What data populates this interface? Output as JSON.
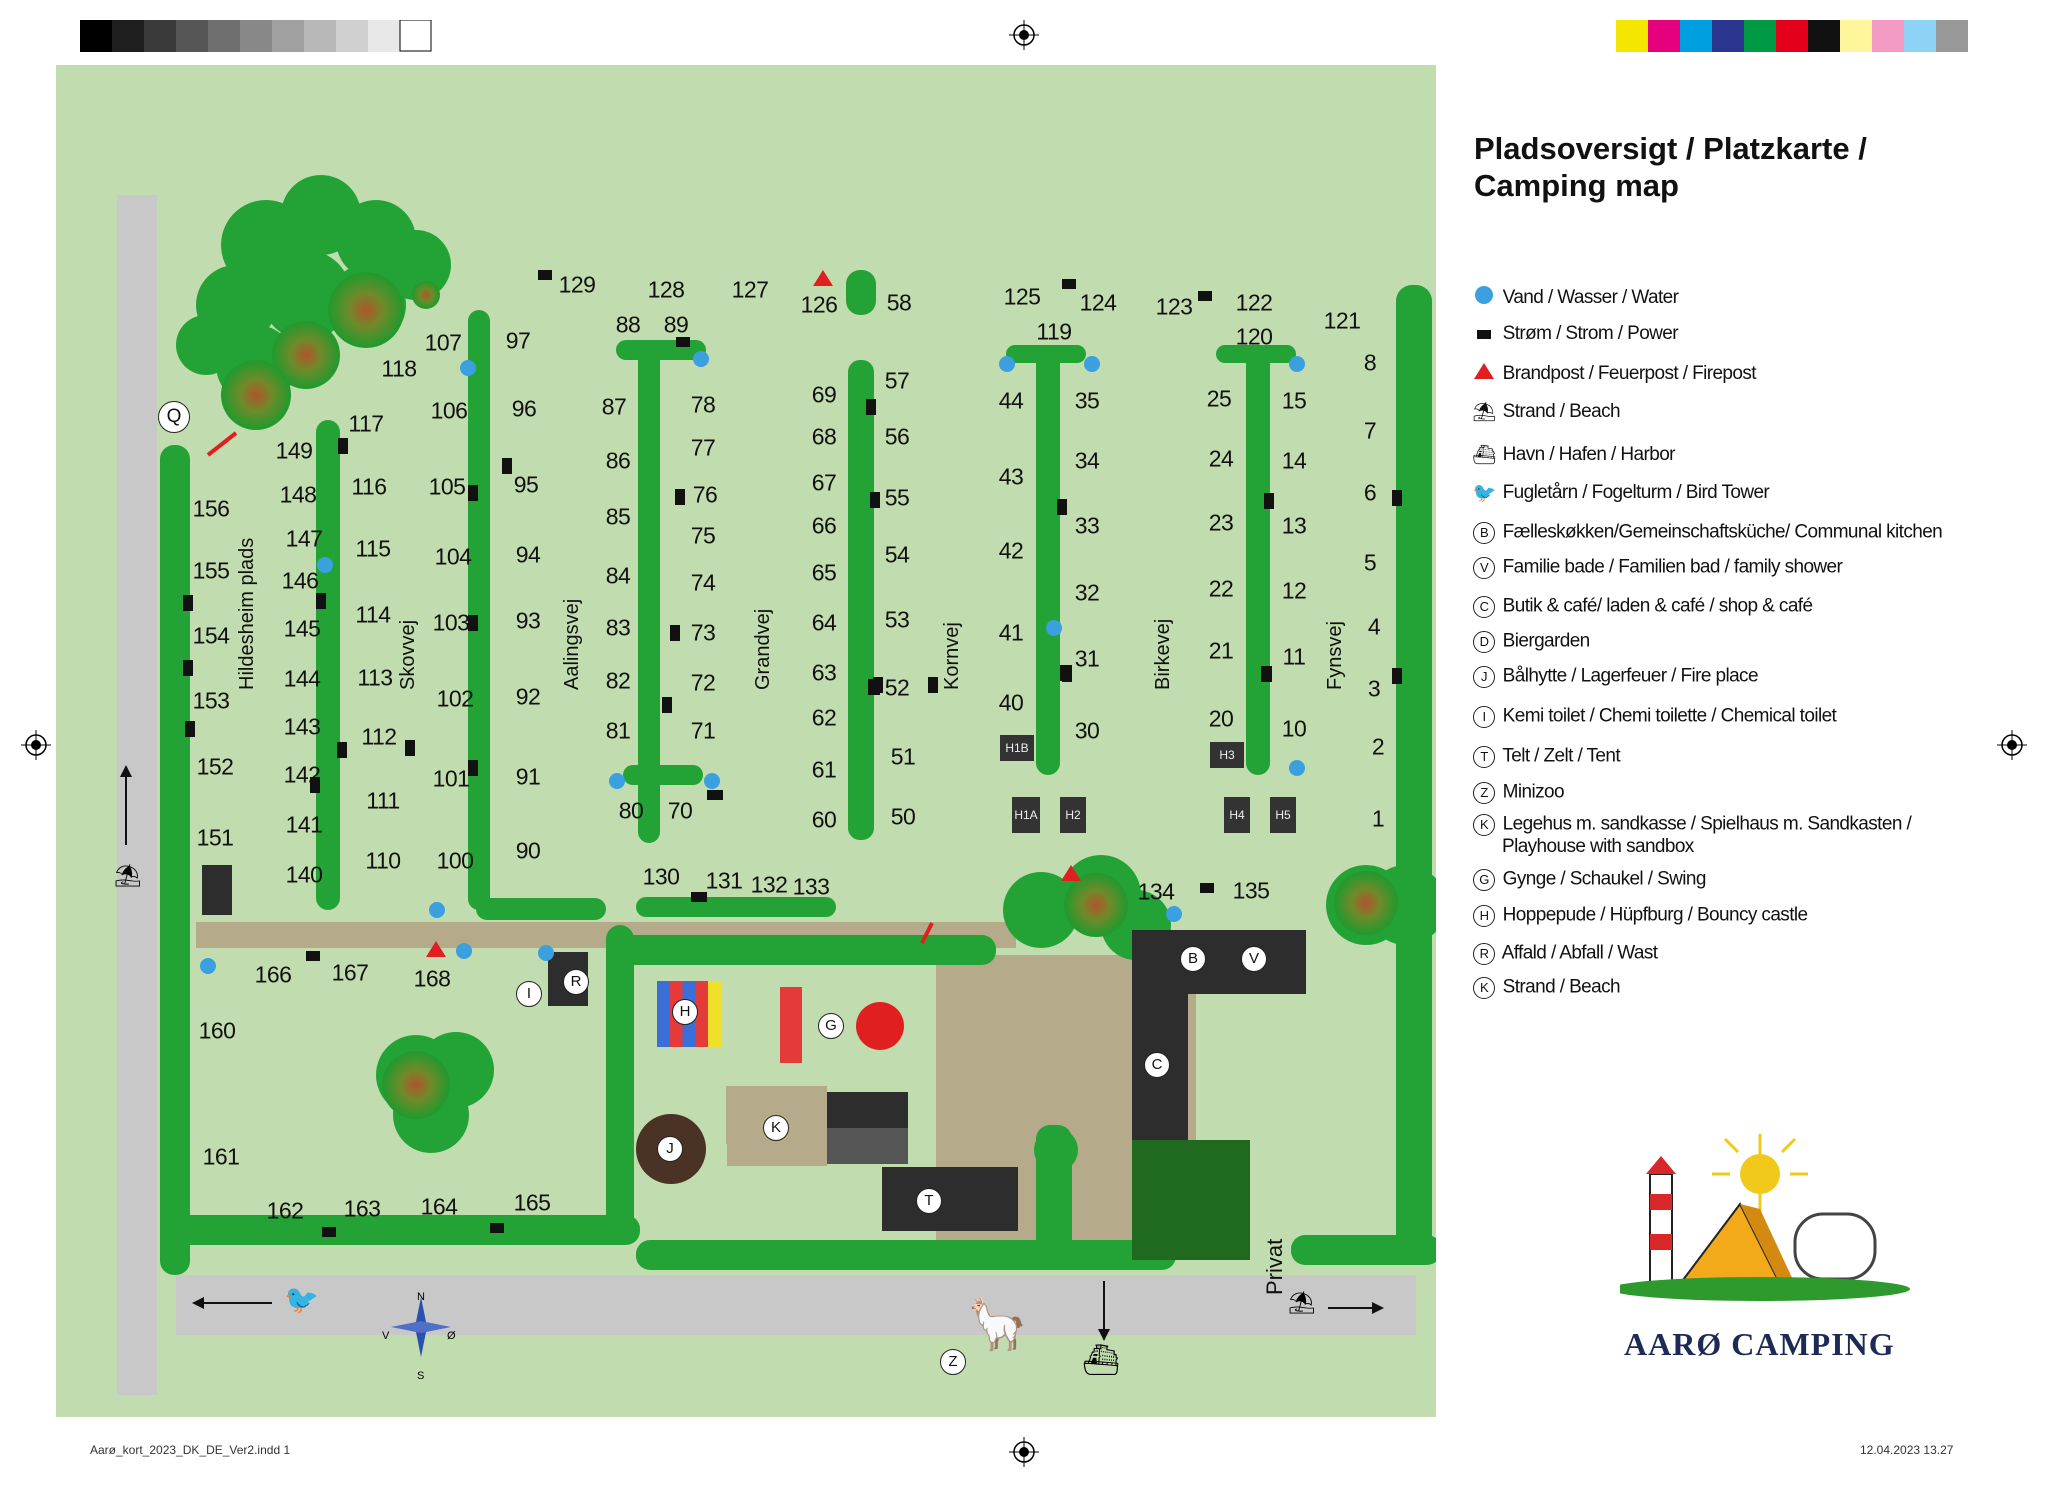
{
  "legend": {
    "title_line1": "Pladsoversigt / Platzkarte /",
    "title_line2": "Camping map",
    "items": [
      {
        "icon": "water-dot",
        "label": "Vand / Wasser / Water"
      },
      {
        "icon": "power-box",
        "label": "Strøm / Strom / Power"
      },
      {
        "icon": "firepost-triangle",
        "label": "Brandpost / Feuerpost / Firepost"
      },
      {
        "icon": "beach-icon",
        "label": "Strand / Beach"
      },
      {
        "icon": "ship-icon",
        "label": "Havn / Hafen / Harbor"
      },
      {
        "icon": "birds-icon",
        "label": "Fugletårn / Fogelturm / Bird Tower"
      },
      {
        "letter": "B",
        "label": "Fælleskøkken/Gemeinschaftsküche/ Communal kitchen"
      },
      {
        "letter": "V",
        "label": "Familie bade / Familien bad / family shower"
      },
      {
        "letter": "C",
        "label": "Butik & café/ laden & café / shop & café"
      },
      {
        "letter": "D",
        "label": "Biergarden"
      },
      {
        "letter": "J",
        "label": "Bålhytte / Lagerfeuer / Fire place"
      },
      {
        "letter": "I",
        "label": "Kemi toilet / Chemi toilette / Chemical toilet"
      },
      {
        "letter": "T",
        "label": "Telt / Zelt / Tent"
      },
      {
        "letter": "Z",
        "label": "Minizoo"
      },
      {
        "letter": "K",
        "label": "Legehus m. sandkasse / Spielhaus m. Sandkasten /",
        "label2": "Playhouse with sandbox"
      },
      {
        "letter": "G",
        "label": "Gynge / Schaukel / Swing"
      },
      {
        "letter": "H",
        "label": "Hoppepude / Hüpfburg / Bouncy castle"
      },
      {
        "letter": "R",
        "label": "Affald / Abfall / Wast"
      },
      {
        "letter": "K",
        "label": "Strand / Beach"
      }
    ]
  },
  "logo": {
    "text": "AARØ CAMPING"
  },
  "roads": {
    "hildesheim": "Hildesheim plads",
    "skovvej": "Skovvej",
    "aalingsvej": "Aalingsvej",
    "grandvej": "Grandvej",
    "kornvej": "Kornvej",
    "birkevej": "Birkevej",
    "fynsvej": "Fynsvej",
    "privat": "Privat"
  },
  "compass": {
    "n": "N",
    "s": "S",
    "w": "V",
    "e": "Ø"
  },
  "footer": {
    "file": "Aarø_kort_2023_DK_DE_Ver2.indd   1",
    "date": "12.04.2023   13.27"
  },
  "plots": [
    [
      "129",
      577,
      285
    ],
    [
      "128",
      666,
      290
    ],
    [
      "127",
      750,
      290
    ],
    [
      "126",
      819,
      305
    ],
    [
      "58",
      899,
      303
    ],
    [
      "125",
      1022,
      297
    ],
    [
      "124",
      1098,
      303
    ],
    [
      "123",
      1174,
      307
    ],
    [
      "122",
      1254,
      303
    ],
    [
      "121",
      1342,
      321
    ],
    [
      "88",
      628,
      325
    ],
    [
      "89",
      676,
      325
    ],
    [
      "107",
      443,
      343
    ],
    [
      "97",
      518,
      341
    ],
    [
      "118",
      399,
      369
    ],
    [
      "119",
      1054,
      332
    ],
    [
      "120",
      1254,
      337
    ],
    [
      "8",
      1370,
      363
    ],
    [
      "117",
      366,
      424
    ],
    [
      "106",
      449,
      411
    ],
    [
      "96",
      524,
      409
    ],
    [
      "87",
      614,
      407
    ],
    [
      "78",
      703,
      405
    ],
    [
      "69",
      824,
      395
    ],
    [
      "57",
      897,
      381
    ],
    [
      "44",
      1011,
      401
    ],
    [
      "35",
      1087,
      401
    ],
    [
      "25",
      1219,
      399
    ],
    [
      "15",
      1294,
      401
    ],
    [
      "7",
      1370,
      431
    ],
    [
      "149",
      294,
      451
    ],
    [
      "116",
      369,
      487
    ],
    [
      "105",
      447,
      487
    ],
    [
      "95",
      526,
      485
    ],
    [
      "86",
      618,
      461
    ],
    [
      "77",
      703,
      448
    ],
    [
      "68",
      824,
      437
    ],
    [
      "56",
      897,
      437
    ],
    [
      "43",
      1011,
      477
    ],
    [
      "34",
      1087,
      461
    ],
    [
      "24",
      1221,
      459
    ],
    [
      "14",
      1294,
      461
    ],
    [
      "6",
      1370,
      493
    ],
    [
      "156",
      211,
      509
    ],
    [
      "148",
      298,
      495
    ],
    [
      "147",
      304,
      539
    ],
    [
      "115",
      373,
      549
    ],
    [
      "104",
      453,
      557
    ],
    [
      "94",
      528,
      555
    ],
    [
      "85",
      618,
      517
    ],
    [
      "76",
      705,
      495
    ],
    [
      "75",
      703,
      536
    ],
    [
      "67",
      824,
      483
    ],
    [
      "55",
      897,
      498
    ],
    [
      "66",
      824,
      526
    ],
    [
      "54",
      897,
      555
    ],
    [
      "33",
      1087,
      526
    ],
    [
      "23",
      1221,
      523
    ],
    [
      "13",
      1294,
      526
    ],
    [
      "5",
      1370,
      563
    ],
    [
      "155",
      211,
      571
    ],
    [
      "146",
      300,
      581
    ],
    [
      "114",
      373,
      615
    ],
    [
      "103",
      451,
      623
    ],
    [
      "93",
      528,
      621
    ],
    [
      "84",
      618,
      576
    ],
    [
      "74",
      703,
      583
    ],
    [
      "65",
      824,
      573
    ],
    [
      "42",
      1011,
      551
    ],
    [
      "32",
      1087,
      593
    ],
    [
      "22",
      1221,
      589
    ],
    [
      "12",
      1294,
      591
    ],
    [
      "4",
      1374,
      627
    ],
    [
      "154",
      211,
      636
    ],
    [
      "145",
      302,
      629
    ],
    [
      "113",
      375,
      678
    ],
    [
      "83",
      618,
      628
    ],
    [
      "73",
      703,
      633
    ],
    [
      "64",
      824,
      623
    ],
    [
      "53",
      897,
      620
    ],
    [
      "41",
      1011,
      633
    ],
    [
      "31",
      1087,
      659
    ],
    [
      "21",
      1221,
      651
    ],
    [
      "11",
      1294,
      657
    ],
    [
      "3",
      1374,
      689
    ],
    [
      "153",
      211,
      701
    ],
    [
      "144",
      302,
      679
    ],
    [
      "102",
      455,
      699
    ],
    [
      "92",
      528,
      697
    ],
    [
      "82",
      618,
      681
    ],
    [
      "72",
      703,
      683
    ],
    [
      "63",
      824,
      673
    ],
    [
      "52",
      897,
      688
    ],
    [
      "40",
      1011,
      703
    ],
    [
      "30",
      1087,
      731
    ],
    [
      "20",
      1221,
      719
    ],
    [
      "10",
      1294,
      729
    ],
    [
      "2",
      1378,
      747
    ],
    [
      "152",
      215,
      767
    ],
    [
      "143",
      302,
      727
    ],
    [
      "112",
      379,
      737
    ],
    [
      "81",
      618,
      731
    ],
    [
      "71",
      703,
      731
    ],
    [
      "62",
      824,
      718
    ],
    [
      "51",
      903,
      757
    ],
    [
      "142",
      302,
      775
    ],
    [
      "111",
      383,
      801
    ],
    [
      "101",
      451,
      779
    ],
    [
      "91",
      528,
      777
    ],
    [
      "61",
      824,
      770
    ],
    [
      "1",
      1378,
      819
    ],
    [
      "151",
      215,
      838
    ],
    [
      "141",
      304,
      825
    ],
    [
      "110",
      383,
      861
    ],
    [
      "80",
      631,
      811
    ],
    [
      "70",
      680,
      811
    ],
    [
      "60",
      824,
      820
    ],
    [
      "50",
      903,
      817
    ],
    [
      "140",
      304,
      875
    ],
    [
      "100",
      455,
      861
    ],
    [
      "90",
      528,
      851
    ],
    [
      "130",
      661,
      877
    ],
    [
      "131",
      724,
      881
    ],
    [
      "132",
      769,
      885
    ],
    [
      "133",
      811,
      887
    ],
    [
      "134",
      1156,
      892
    ],
    [
      "135",
      1251,
      891
    ],
    [
      "166",
      273,
      975
    ],
    [
      "167",
      350,
      973
    ],
    [
      "168",
      432,
      979
    ],
    [
      "160",
      217,
      1031
    ],
    [
      "161",
      221,
      1157
    ],
    [
      "162",
      285,
      1211
    ],
    [
      "163",
      362,
      1209
    ],
    [
      "164",
      439,
      1207
    ],
    [
      "165",
      532,
      1203
    ]
  ]
}
